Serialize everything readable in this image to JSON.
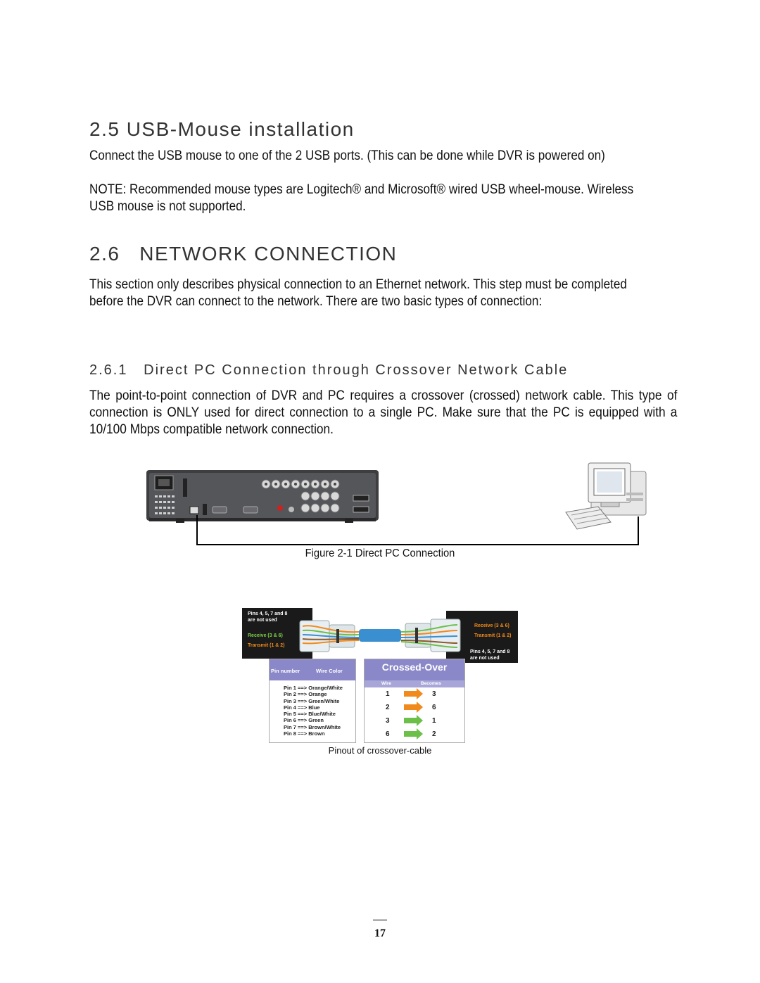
{
  "sections": {
    "usb": {
      "heading": "2.5 USB-Mouse installation",
      "para1": "Connect the USB mouse to one of the 2 USB ports. (This can be done while DVR is powered on)",
      "note_line1": "NOTE:  Recommended mouse types are Logitech® and Microsoft® wired USB wheel-mouse. Wireless",
      "note_line2": "USB mouse is not supported."
    },
    "network": {
      "heading": "2.6   NETWORK CONNECTION",
      "para_line1": "This section only describes physical connection to an Ethernet network. This step must be completed",
      "para_line2": "before the DVR can connect to the network. There are two basic types of connection:"
    },
    "direct": {
      "heading": "2.6.1   Direct PC Connection through Crossover Network Cable",
      "para": "The point-to-point connection of DVR and PC requires a crossover (crossed) network cable. This type of connection is ONLY used for direct connection to a single PC. Make sure that the PC is equipped with a 10/100 Mbps compatible network connection."
    }
  },
  "figure1": {
    "caption": "Figure 2-1 Direct PC Connection"
  },
  "figure2": {
    "caption": "Pinout of crossover-cable",
    "left_panel": {
      "line1": "Pins 4, 5, 7 and 8",
      "line2": "are not used",
      "receive": "Receive (3 & 6)",
      "transmit": "Transmit (1 & 2)"
    },
    "right_panel": {
      "receive": "Receive (3 & 6)",
      "transmit": "Transmit (1 & 2)",
      "line1": "Pins 4, 5, 7 and 8",
      "line2": "are not used"
    },
    "pin_table": {
      "header_pin": "Pin number",
      "header_color": "Wire Color",
      "rows": [
        "Pin 1 ==> Orange/White",
        "Pin 2 ==> Orange",
        "Pin 3 ==> Green/White",
        "Pin 4 ==> Blue",
        "Pin 5 ==> Blue/White",
        "Pin 6 ==> Green",
        "Pin 7 ==> Brown/White",
        "Pin 8 ==> Brown"
      ]
    },
    "crossover_table": {
      "title": "Crossed-Over",
      "col_wire": "Wire",
      "col_becomes": "Becomes",
      "rows": [
        {
          "wire": "1",
          "becomes": "3",
          "arrow_color": "#f08a1c"
        },
        {
          "wire": "2",
          "becomes": "6",
          "arrow_color": "#f08a1c"
        },
        {
          "wire": "3",
          "becomes": "1",
          "arrow_color": "#6cc04a"
        },
        {
          "wire": "6",
          "becomes": "2",
          "arrow_color": "#6cc04a"
        }
      ]
    }
  },
  "page_number": "17",
  "colors": {
    "orange": "#f08a1c",
    "green": "#6cc04a",
    "blue": "#3a8fd0",
    "purple_header": "#8a88c8"
  }
}
